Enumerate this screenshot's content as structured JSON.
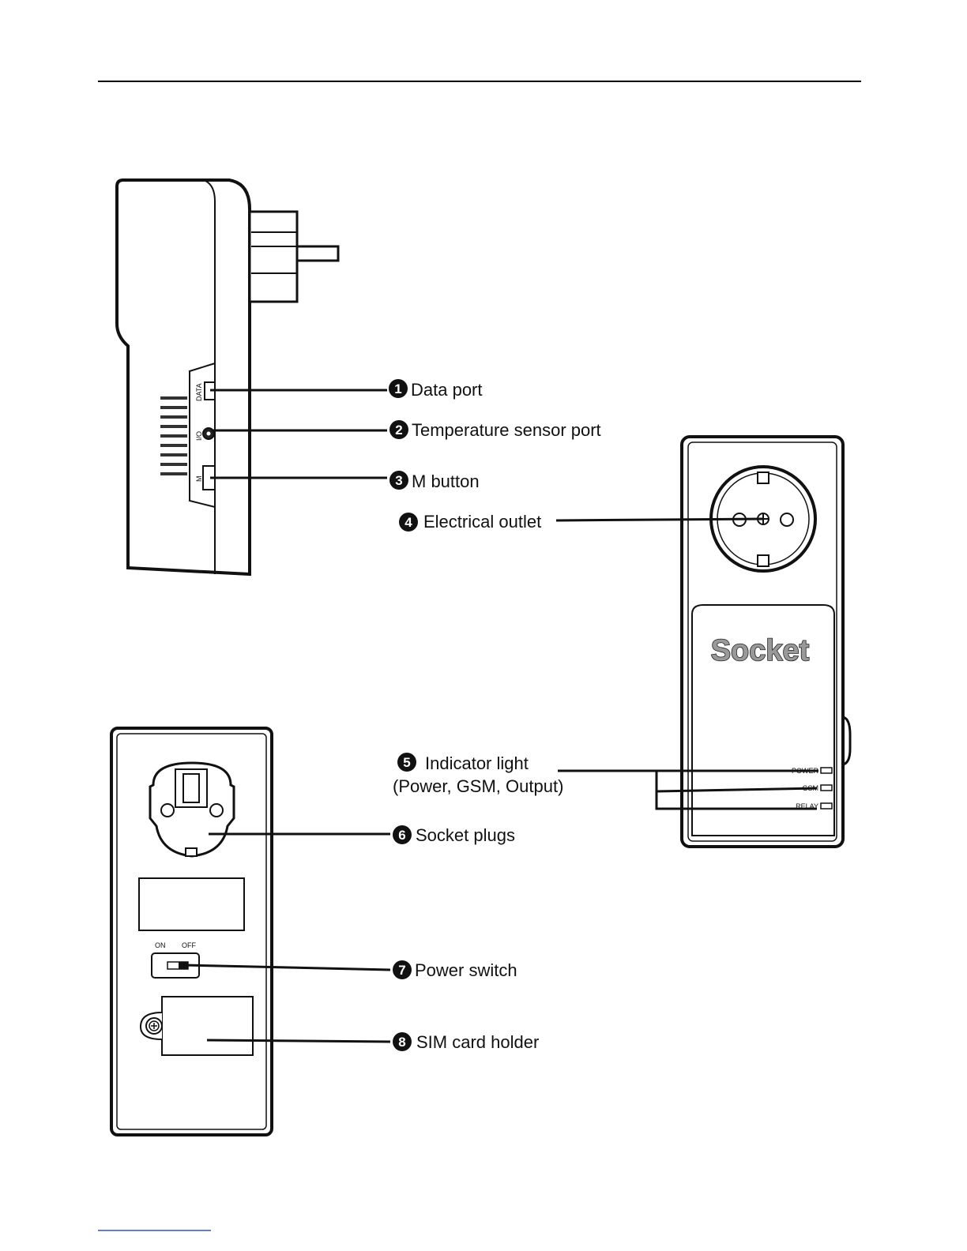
{
  "device_brand": "Socket",
  "side_port_labels": {
    "data": "DATA",
    "io": "I/O",
    "m": "M"
  },
  "switch_labels": {
    "on": "ON",
    "off": "OFF"
  },
  "led_labels": {
    "power": "POWER",
    "gsm": "GSM",
    "relay": "RELAY"
  },
  "callouts": [
    {
      "number": "1",
      "label": "Data port"
    },
    {
      "number": "2",
      "label": "Temperature sensor port"
    },
    {
      "number": "3",
      "label": "M button"
    },
    {
      "number": "4",
      "label": "Electrical outlet"
    },
    {
      "number": "5",
      "label": "Indicator light",
      "sublabel": "(Power, GSM, Output)"
    },
    {
      "number": "6",
      "label": "Socket plugs"
    },
    {
      "number": "7",
      "label": "Power switch"
    },
    {
      "number": "8",
      "label": "SIM card holder"
    }
  ]
}
